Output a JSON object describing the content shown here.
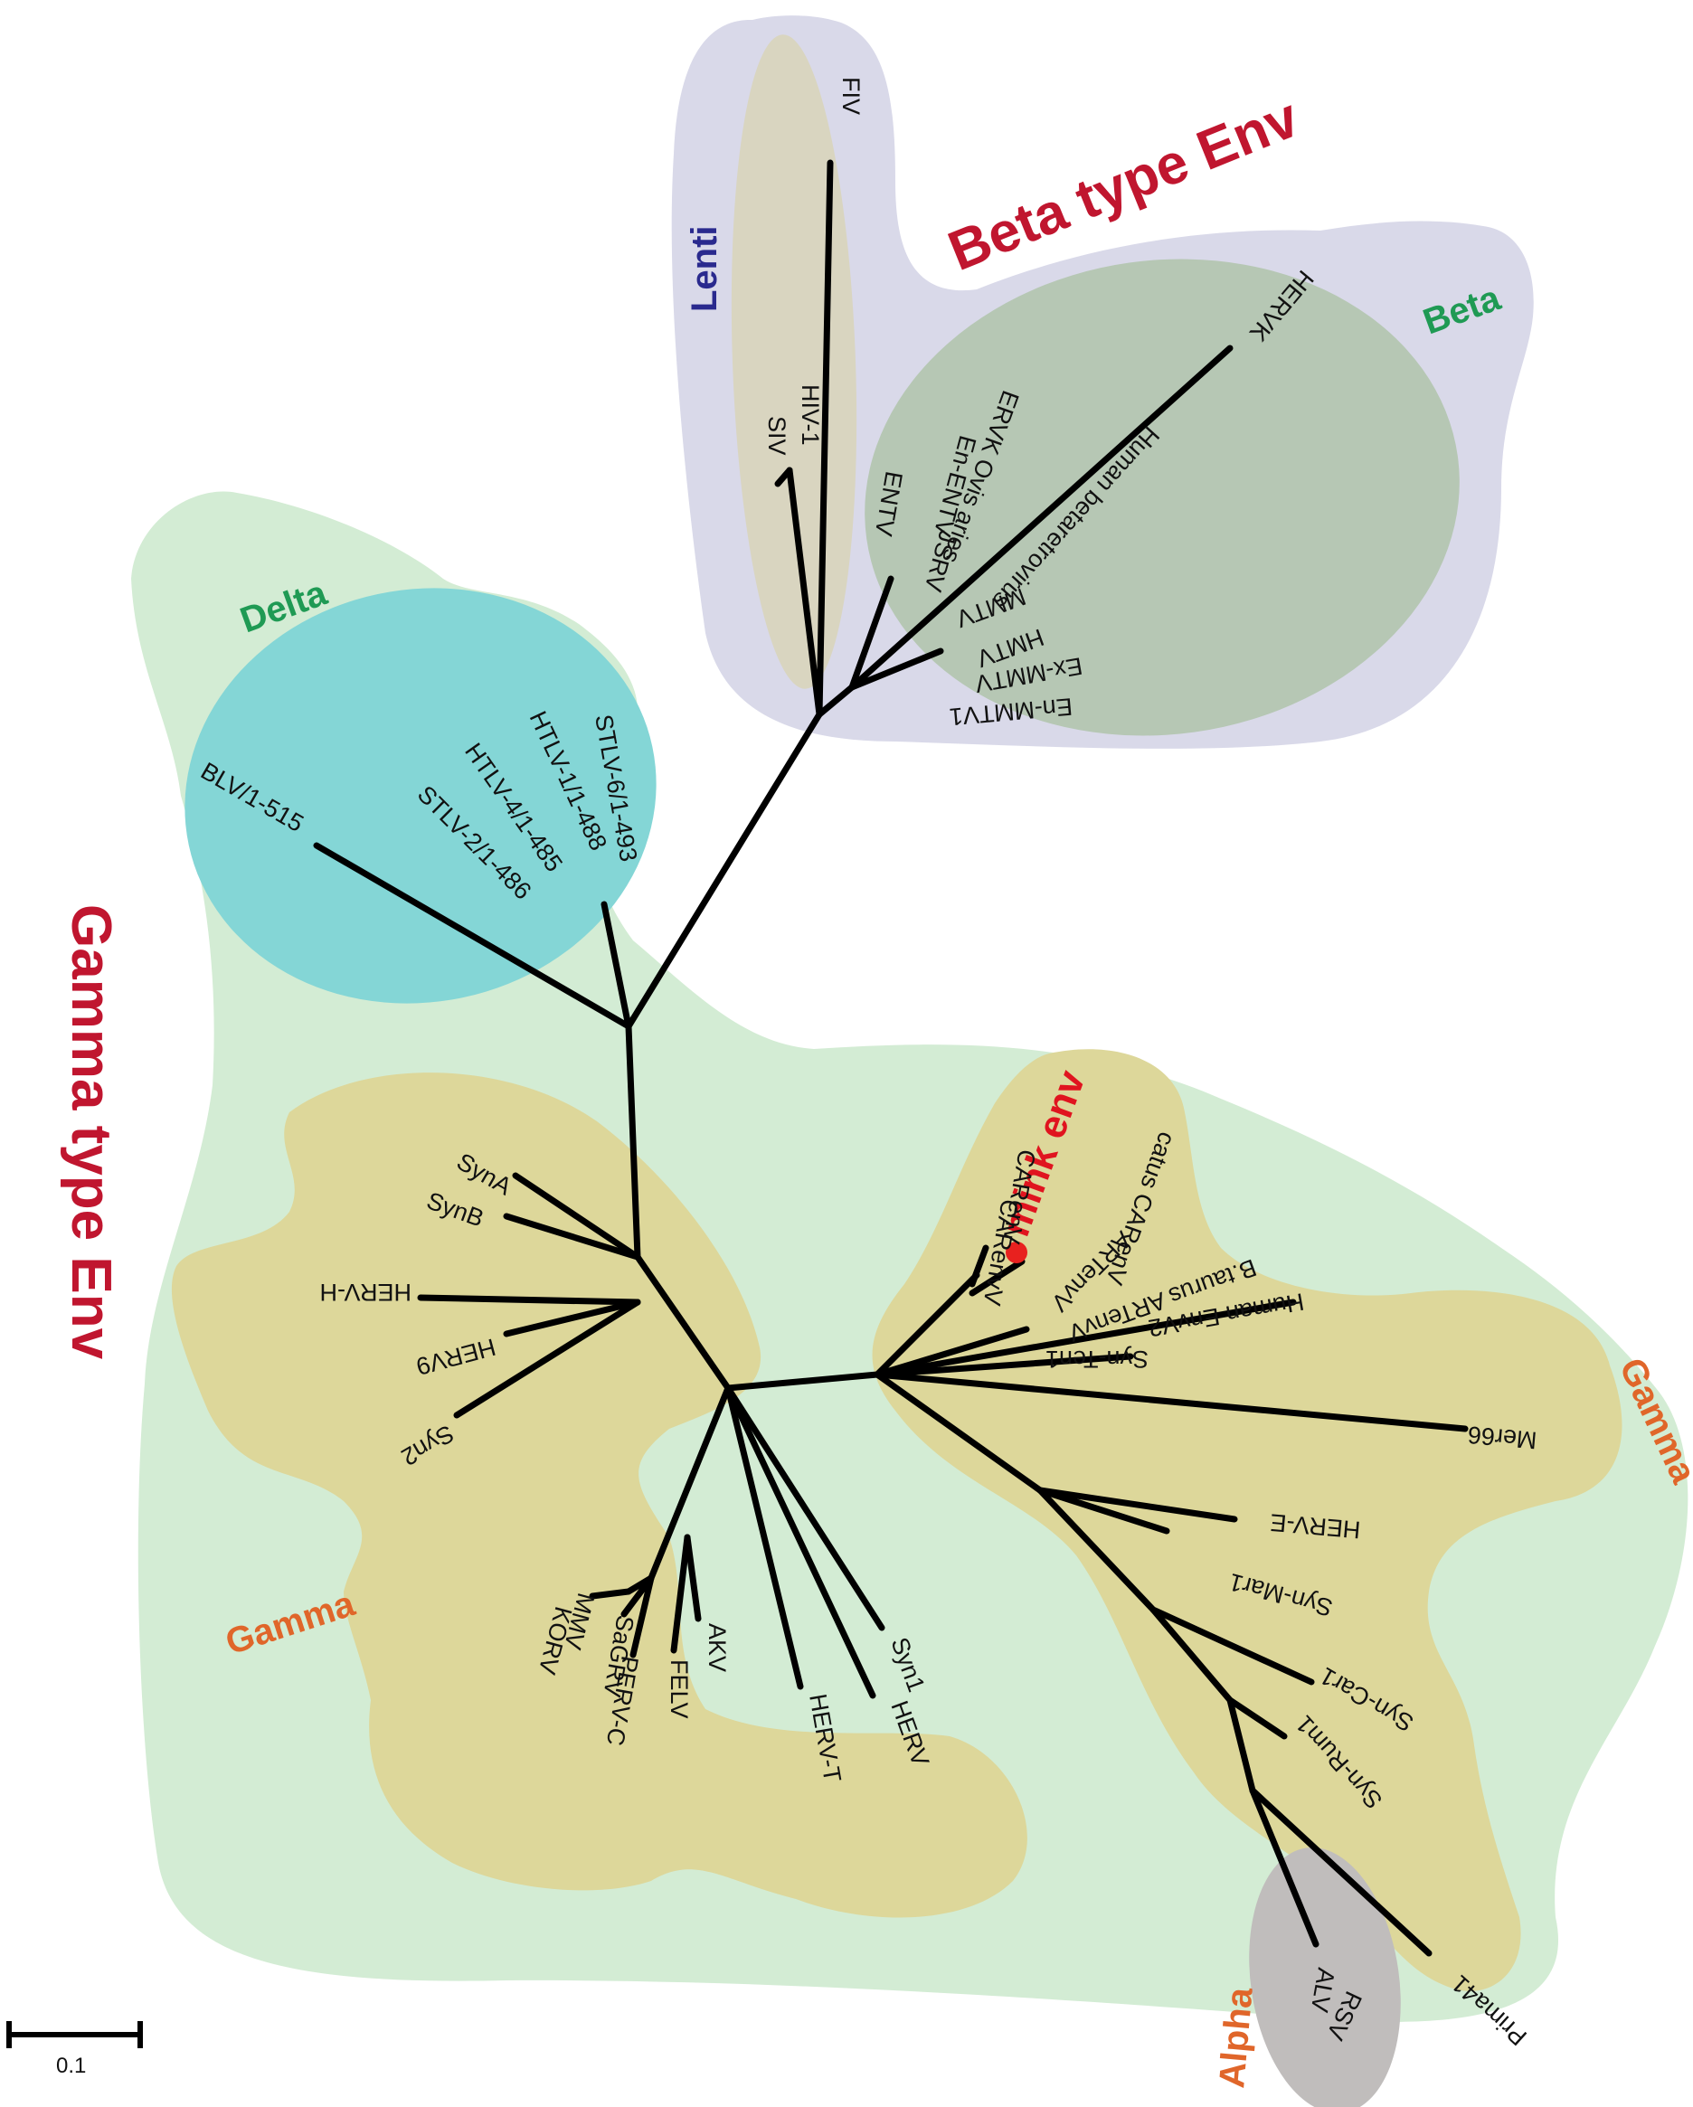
{
  "titles": {
    "beta_type": "Beta type Env",
    "gamma_type": "Gamma type Env"
  },
  "groups": {
    "lenti": "Lenti",
    "beta": "Beta",
    "delta": "Delta",
    "gamma_left": "Gamma",
    "gamma_right": "Gamma",
    "alpha": "Alpha"
  },
  "highlight": "mink env",
  "scale_label": "0.1",
  "leaves": {
    "fiv": "FIV",
    "hiv1": "HIV-1",
    "siv": "SIV",
    "hervk": "HERVK",
    "human_beta": "Human betaretrovirus",
    "ervk_ovis": "ERVK Ovis aries",
    "en_entv": "En-ENTV",
    "jsrv": "JSRV",
    "entv": "ENTV",
    "mmtv": "MMTV",
    "hmtv": "HMTV",
    "ex_mmtv": "Ex-MMTV",
    "en_mmtv1": "En-MMTV1",
    "blv": "BLV/1-515",
    "stlv6": "STLV-6/1-493",
    "htlv1": "HTLV-1/1-488",
    "htlv4": "HTLV-4/1-485",
    "stlv2": "STLV-2/1-486",
    "syna": "SynA",
    "synb": "SynB",
    "herv_h": "HERV-H",
    "herv9": "HERV9",
    "syn2": "Syn2",
    "mmv": "MMV",
    "korv": "KORV",
    "sagrv": "SaGRV",
    "perv_c": "PERV-C",
    "felv": "FELV",
    "akv": "AKV",
    "herv_t": "HERV-T",
    "herv": "HERV",
    "syn1": "Syn1",
    "catus_carenv": "catus CARenV",
    "carenv2": "CARenV",
    "carenv1": "CARenvV",
    "artenv": "ARTenvV",
    "btaurus_artenv": "B.taurus ARTenvV",
    "human_envv2": "Human EnvV2",
    "syn_ten1": "Syn-Ten1",
    "mer66": "Mer66",
    "herv_e": "HERV-E",
    "syn_mar1": "Syn-Mar1",
    "syn_car1": "Syn-Car1",
    "syn_rum1": "Syn-Rum1",
    "prima41": "Prima41",
    "alv": "ALV",
    "rsv": "RSV"
  },
  "colors": {
    "gamma_type_region": "#d3ecd4",
    "beta_type_region": "#d9d9e9",
    "lenti_region": "#d9d5c0",
    "beta_region": "#b6c7b4",
    "delta_region": "#84d6d6",
    "gamma_region": "#ddd79a",
    "alpha_region": "#c0bdbc",
    "super_label": "#c0162f",
    "lenti_label": "#2a2a8e",
    "beta_delta_label": "#1f9a54",
    "gamma_alpha_label": "#e0662a",
    "mink_label": "#e0141f",
    "mink_dot": "#e8211f"
  }
}
